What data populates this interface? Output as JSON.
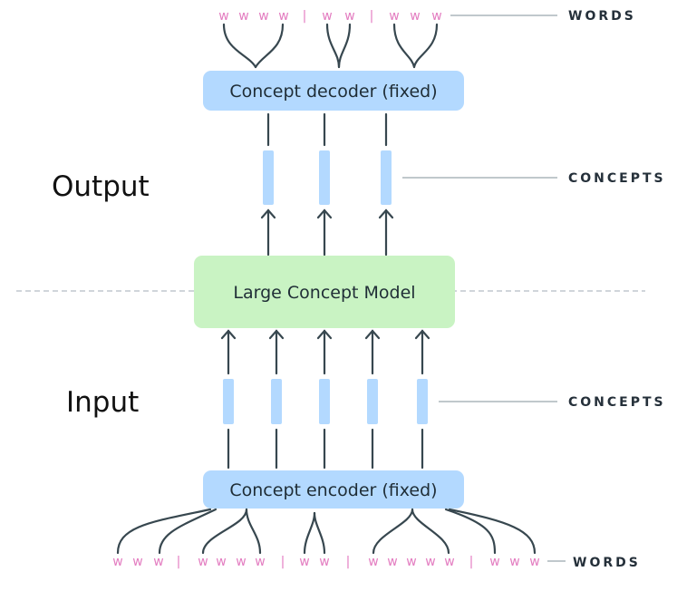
{
  "decoder": {
    "label": "Concept decoder (fixed)"
  },
  "model": {
    "label": "Large Concept Model"
  },
  "encoder": {
    "label": "Concept encoder (fixed)"
  },
  "sections": {
    "output": "Output",
    "input": "Input"
  },
  "annotations": {
    "words_top": "WORDS",
    "concepts_top": "CONCEPTS",
    "concepts_bottom": "CONCEPTS",
    "words_bottom": "WORDS"
  },
  "top_words": {
    "groups": [
      [
        "w",
        "w",
        "w",
        "w"
      ],
      [
        "w",
        "w"
      ],
      [
        "w",
        "w",
        "w"
      ]
    ],
    "separator": "|"
  },
  "bottom_words": {
    "groups": [
      [
        "w",
        "w",
        "w"
      ],
      [
        "w",
        "w",
        "w",
        "w"
      ],
      [
        "w",
        "w"
      ],
      [
        "w",
        "w",
        "w",
        "w",
        "w"
      ],
      [
        "w",
        "w",
        "w"
      ]
    ],
    "separator": "|"
  },
  "colors": {
    "blue_box": "#b3d9ff",
    "green_box": "#c9f3c3",
    "word_pink": "#e37cc0",
    "line": "#37474f"
  }
}
